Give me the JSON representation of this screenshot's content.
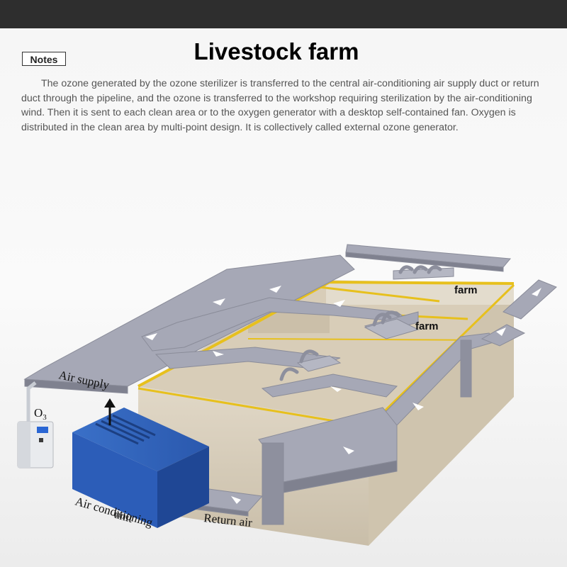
{
  "header": {
    "title": "Livestock farm",
    "notes_badge": "Notes"
  },
  "description": "The ozone generated by the ozone sterilizer is transferred to the central air-conditioning air supply duct or return duct through the pipeline, and the ozone is transferred to the workshop requiring sterilization by the air-conditioning wind. Then it is sent to each clean area or to the oxygen generator with a desktop self-contained fan. Oxygen is distributed in the clean area by multi-point design. It is collectively called external ozone generator.",
  "diagram": {
    "room_label_1": "farm",
    "room_label_2": "farm",
    "air_supply": "Air supply",
    "ozone_symbol": "O",
    "ozone_subscript": "3",
    "return_air": "Return air",
    "ac_unit_line1": "Air conditioning",
    "ac_unit_line2": "unit"
  },
  "colors": {
    "duct": "#a6a8b6",
    "duct_dark": "#7f818f",
    "wall": "#d9cfbd",
    "floor_trim": "#e7c01d",
    "ac_unit": "#2c5db8",
    "top_band": "#2e2e2e"
  }
}
